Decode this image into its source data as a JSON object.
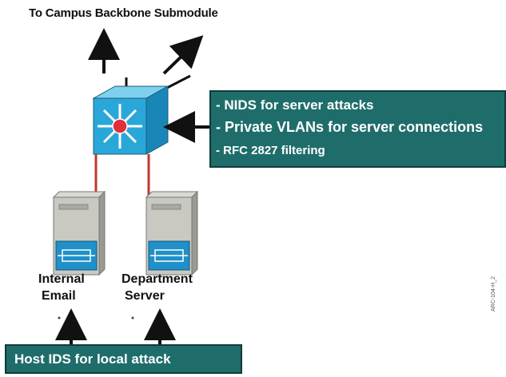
{
  "title": "To Campus Backbone Submodule",
  "callout": {
    "lines": [
      "- NIDS for server attacks",
      "- Private VLANs for server connections",
      "- RFC 2827 filtering"
    ]
  },
  "servers": [
    {
      "line1": "Internal",
      "line2": "Email"
    },
    {
      "line1": "Department",
      "line2": "Server"
    }
  ],
  "host_ids_box": "Host IDS for local attack",
  "side_code": "ARC-104-H_2",
  "colors": {
    "teal": "#1f6d6b",
    "switch_blue": "#2aa7d9",
    "link_red": "#c0392b",
    "hub_red": "#e0303a"
  }
}
